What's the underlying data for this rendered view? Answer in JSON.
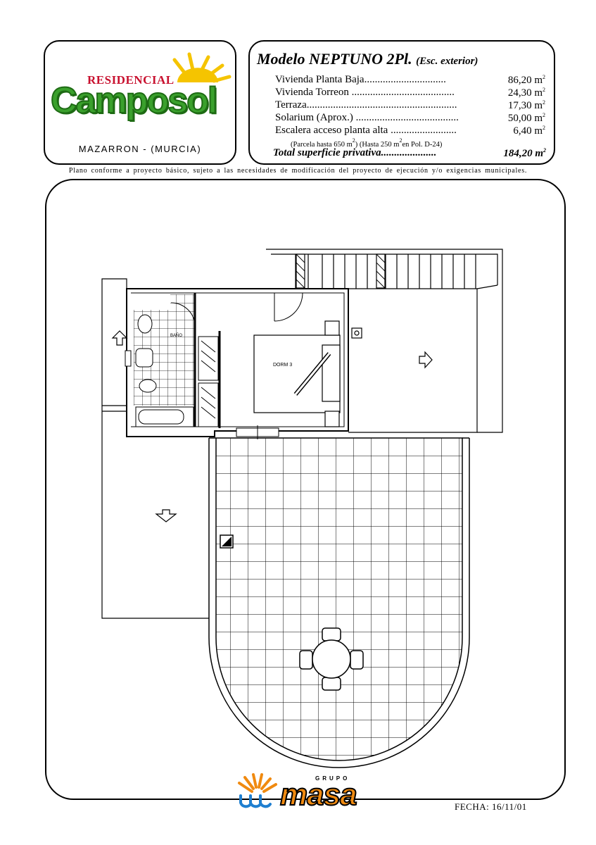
{
  "logo": {
    "brand_top": "RESIDENCIAL",
    "brand_main": "Camposol",
    "location": "MAZARRON - (MURCIA)"
  },
  "spec": {
    "title": "Modelo NEPTUNO 2Pl.",
    "title_sub": "(Esc. exterior)",
    "rows": [
      {
        "label": "Vivienda Planta Baja...............................",
        "value": "86,20 m"
      },
      {
        "label": "Vivienda Torreon .......................................",
        "value": "24,30 m"
      },
      {
        "label": "Terraza.........................................................",
        "value": "17,30 m"
      },
      {
        "label": "Solarium (Aprox.) .......................................",
        "value": "50,00 m"
      },
      {
        "label": "Escalera acceso planta alta .........................",
        "value": "6,40 m"
      }
    ],
    "unit_exp": "2",
    "note_a": "(Parcela hasta 650 m",
    "note_b": ") (Hasta 250 m",
    "note_c": "en Pol. D-24)",
    "total_label": "Total superficie privativa.....................",
    "total_value": "184,20 m"
  },
  "plano_note": "Plano conforme a proyecto básico, sujeto a las necesidades de modificación del proyecto de ejecución y/o exigencias municipales.",
  "plan": {
    "label_bano": "BAÑO",
    "label_dorm": "DORM 3"
  },
  "footer": {
    "grupo": "GRUPO",
    "brand": "masa",
    "fecha": "FECHA: 16/11/01"
  },
  "colors": {
    "camposol_green": "#3aa02c",
    "residencial_red": "#c8102e",
    "sun_yellow": "#f5c400",
    "masa_orange": "#f08a10",
    "masa_blue": "#1f7fd0"
  }
}
